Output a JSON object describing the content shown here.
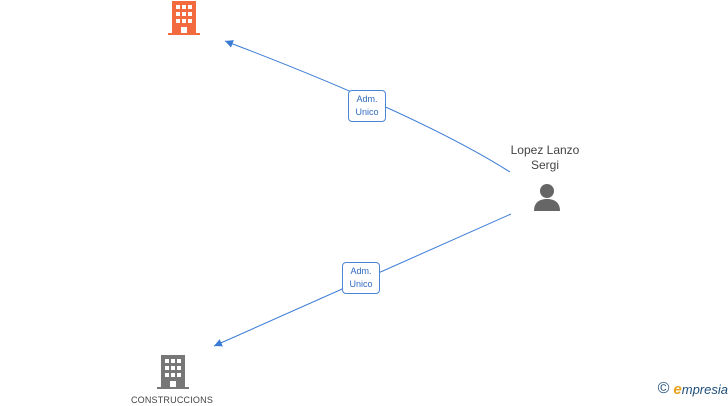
{
  "person": {
    "name_line1": "Lopez Lanzo",
    "name_line2": "Sergi",
    "icon": "person-icon"
  },
  "companies": [
    {
      "label": "",
      "icon": "building-icon",
      "color": "#f26a3d"
    },
    {
      "label": "CONSTRUCCIONS",
      "icon": "building-icon",
      "color": "#777777"
    }
  ],
  "edges": [
    {
      "role_line1": "Adm.",
      "role_line2": "Unico"
    },
    {
      "role_line1": "Adm.",
      "role_line2": "Unico"
    }
  ],
  "watermark": {
    "copyright_symbol": "©",
    "brand_first_letter": "e",
    "brand_rest": "mpresia"
  },
  "colors": {
    "edge": "#3a7bd5",
    "highlight_company": "#f26a3d",
    "other_company": "#777777",
    "person": "#666666"
  }
}
